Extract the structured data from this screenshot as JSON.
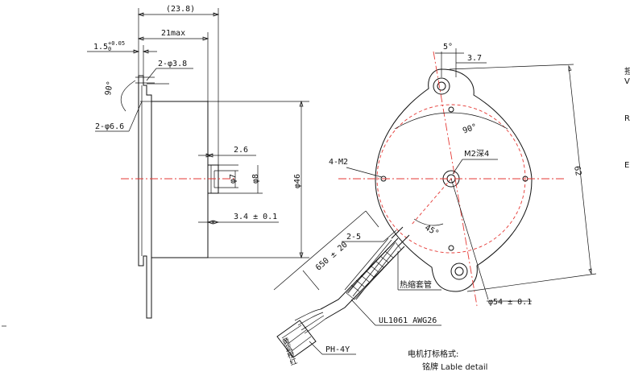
{
  "labels": {
    "dim_23_8": "(23.8)",
    "dim_21max": "21max",
    "dim_1_5": "1.5",
    "tol_1_5_up": "+0.05",
    "tol_1_5_low": "0",
    "dim_2_phi_3_8": "2-φ3.8",
    "dim_90_left": "90°",
    "dim_2_phi_6_6": "2-φ6.6",
    "dim_2_6": "2.6",
    "dim_phi7": "φ7",
    "dim_phi8": "φ8",
    "dim_phi46": "φ46",
    "dim_3_4": "3.4 ± 0.1",
    "dim_650": "650 ± 20",
    "dim_2_5": "2-5",
    "dim_5deg": "5°",
    "dim_3_7": "3.7",
    "dim_90_right": "90°",
    "dim_4_m2": "4-M2",
    "dim_m2_depth": "M2深4",
    "dim_45": "45°",
    "dim_62": "62",
    "dim_phi54": "φ54 ± 0.1",
    "heat_shrink": "热缩套管",
    "wire_spec": "UL1061 AWG26",
    "connector": "PH-4Y",
    "wire_colors": "黄蓝橙红",
    "marking_format": "电机打标格式:",
    "nameplate": "铭牌 Lable detail",
    "edge_1": "担",
    "edge_2": "V",
    "edge_3": "R",
    "edge_4": "E"
  }
}
